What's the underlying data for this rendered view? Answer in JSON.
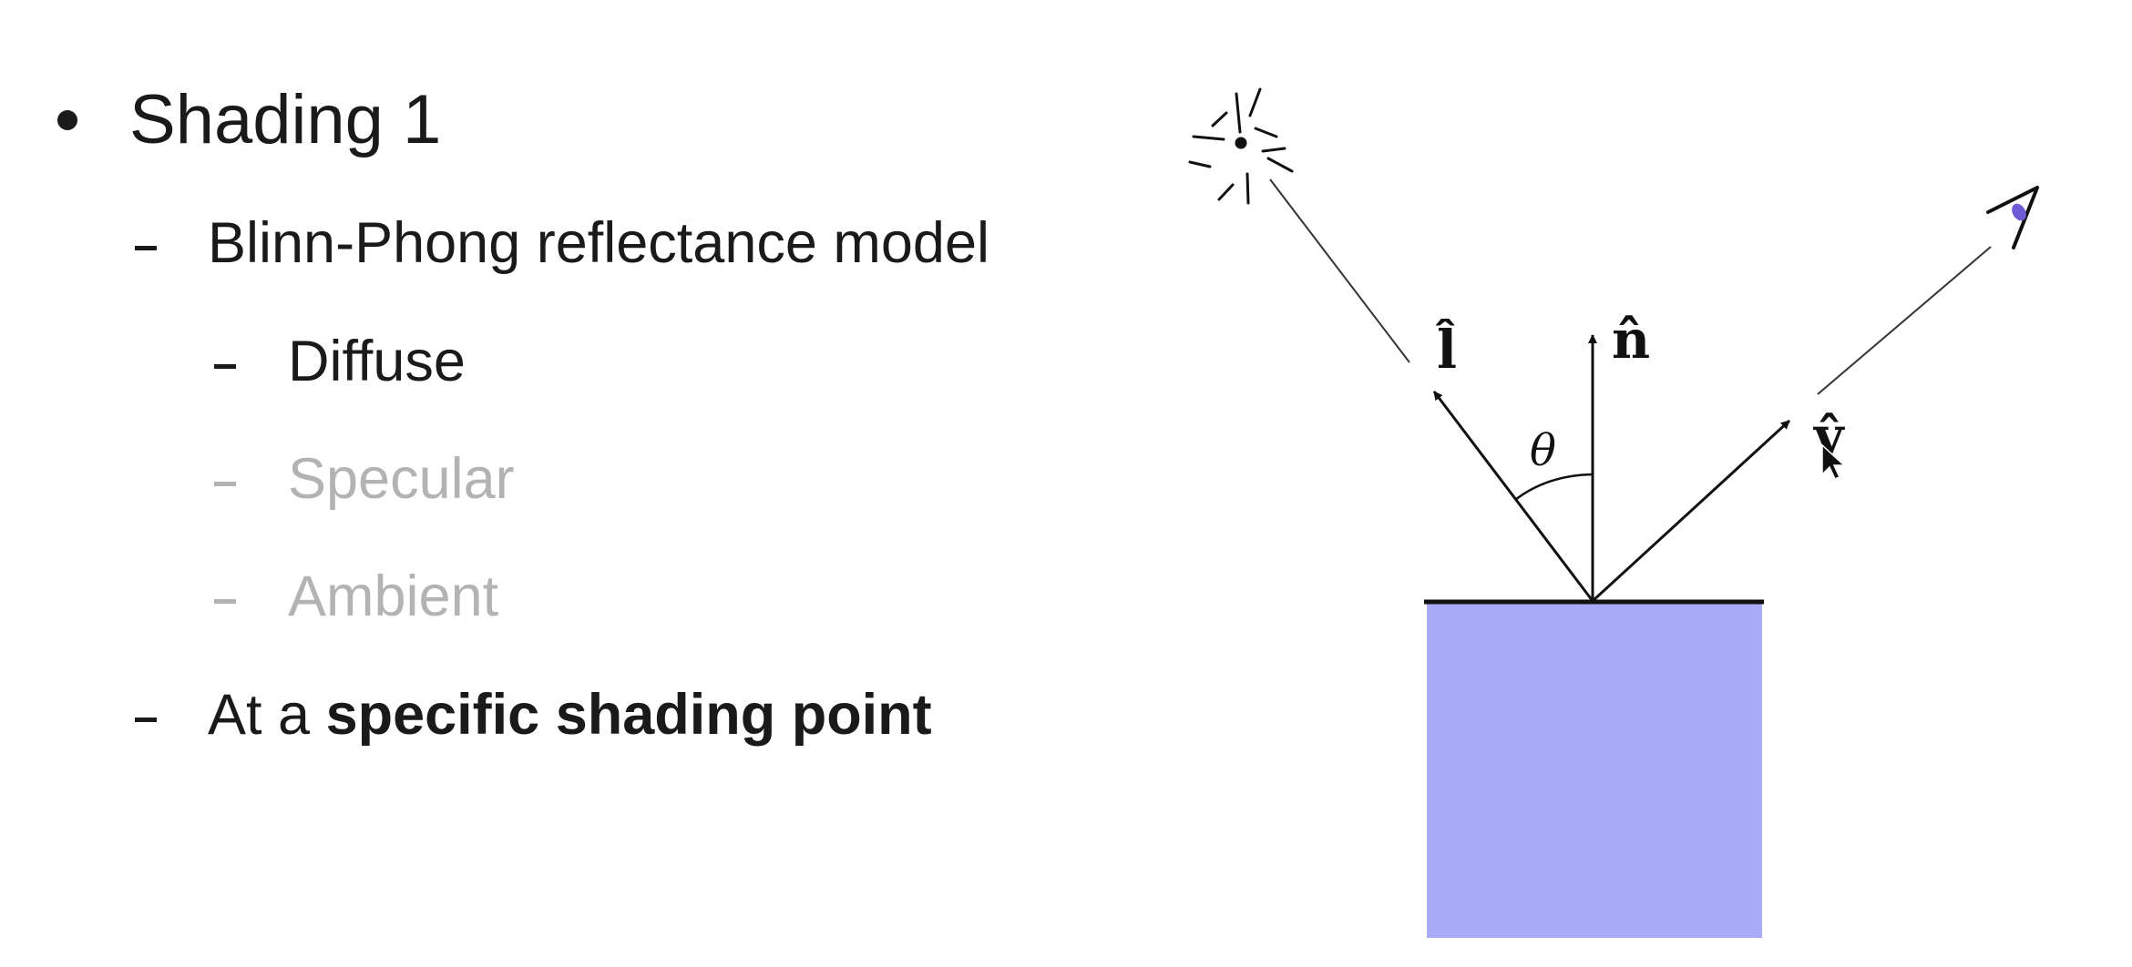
{
  "slide": {
    "title": "Shading 1",
    "items": [
      {
        "label": "Blinn-Phong reflectance model"
      },
      {
        "label": "Diffuse"
      },
      {
        "label": "Specular"
      },
      {
        "label": "Ambient"
      }
    ],
    "last_item": {
      "prefix": "At a ",
      "emphasis": "specific shading point"
    }
  },
  "diagram": {
    "labels": {
      "light": "l̂",
      "normal": "n̂",
      "viewer": "v̂",
      "angle": "θ"
    },
    "colors": {
      "surface": "#a9aaf8",
      "ink": "#111111"
    }
  }
}
